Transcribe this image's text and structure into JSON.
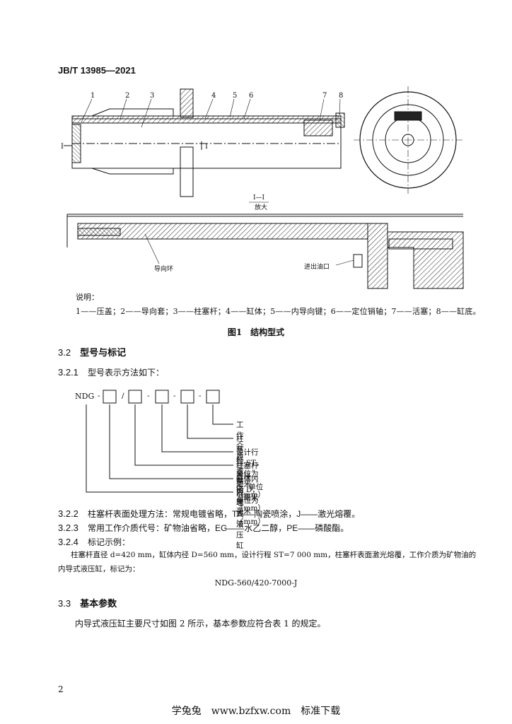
{
  "header": {
    "standard": "JB/T 13985—2021"
  },
  "figure": {
    "callouts": [
      "1",
      "2",
      "3",
      "4",
      "5",
      "6",
      "7",
      "8"
    ],
    "section_marker": "I",
    "detail_label": "I—I",
    "detail_scale": "放大",
    "guide_ring_label": "导向环",
    "oil_port_label": "进出油口",
    "legend_title": "说明：",
    "legend_text": "1——压盖；2——导向套；3——柱塞杆；4——缸体；5——内导向键；6——定位销轴；7——活塞；8——缸底。",
    "caption": "图1　结构型式"
  },
  "section_3_2": {
    "number": "3.2",
    "title": "型号与标记"
  },
  "section_3_2_1": {
    "number": "3.2.1",
    "text": "型号表示方法如下："
  },
  "model_scheme": {
    "prefix": "NDG",
    "sep1": "-",
    "sep2": "/",
    "sep3": "-",
    "sep4": "-",
    "sep5": "-",
    "labels": [
      "工作介质",
      "柱塞杆表面处理方法",
      "设计行程 ST，单位为毫米（mm）",
      "柱塞杆直径 d，单位为毫米（mm）",
      "缸体内径 D，单位为毫米（mm）",
      "内导式液压缸"
    ]
  },
  "section_3_2_2": {
    "number": "3.2.2",
    "text": "柱塞杆表面处理方法：常规电镀省略，T——陶瓷喷涂，J——激光熔覆。"
  },
  "section_3_2_3": {
    "number": "3.2.3",
    "text": "常用工作介质代号：矿物油省略，EG——水乙二醇，PE——磷酸酯。"
  },
  "section_3_2_4": {
    "number": "3.2.4",
    "text": "标记示例："
  },
  "example": {
    "line1": "柱塞杆直径 d=420 mm，缸体内径 D=560 mm，设计行程 ST=7 000 mm，柱塞杆表面激光熔覆，工作介质为矿物油的",
    "line2": "内导式液压缸，标记为：",
    "marking": "NDG-560/420-7000-J"
  },
  "section_3_3": {
    "number": "3.3",
    "title": "基本参数"
  },
  "section_3_3_text": "内导式液压缸主要尺寸如图 2 所示，基本参数应符合表 1 的规定。",
  "page_number": "2",
  "footer": "学兔兔　www.bzfxw.com　标准下载"
}
